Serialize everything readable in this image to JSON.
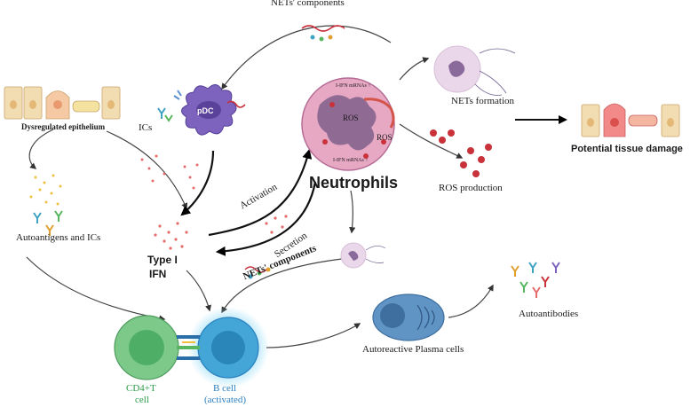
{
  "labels": {
    "nets_components_top": "NETs' components",
    "pdc": "pDC",
    "ics": "ICs",
    "dysregulated_epithelium": "Dysregulated epithelium",
    "autoantigens_ics": "Autoantigens and ICs",
    "activation": "Activation",
    "secretion": "Secretion",
    "type_i_ifn_line1": "Type I",
    "type_i_ifn_line2": "IFN",
    "neutrophils": "Neutrophils",
    "ros_1": "ROS",
    "ros_2": "ROS",
    "ifn_mrnas_top": "I-IFN mRNAs ↑",
    "ifn_mrnas_bottom": "I-IFN mRNAs ↑",
    "nets_formation": "NETs formation",
    "ros_production": "ROS production",
    "potential_tissue_damage": "Potential tissue damage",
    "nets_components_lower": "NETs' components",
    "autoreactive_plasma_cells": "Autoreactive Plasma cells",
    "autoantibodies": "Autoantibodies",
    "cd4_t_line1": "CD4+T",
    "cd4_t_line2": "cell",
    "b_cell_line1": "B cell",
    "b_cell_line2": "(activated)"
  },
  "colors": {
    "neutrophil": "#e7a8c4",
    "neutrophil_nucleus": "#8f6a93",
    "pdc": "#7d63bd",
    "t_cell": "#7cc98a",
    "b_cell": "#43a6d6",
    "b_cell_glow": "#9fe0f7",
    "plasma_cell": "#5f94c4",
    "ros_red": "#c9323a",
    "epithelium": "#f2ddb2",
    "cd4_text": "#2e9b4a",
    "b_cell_text": "#2a7fbf"
  }
}
